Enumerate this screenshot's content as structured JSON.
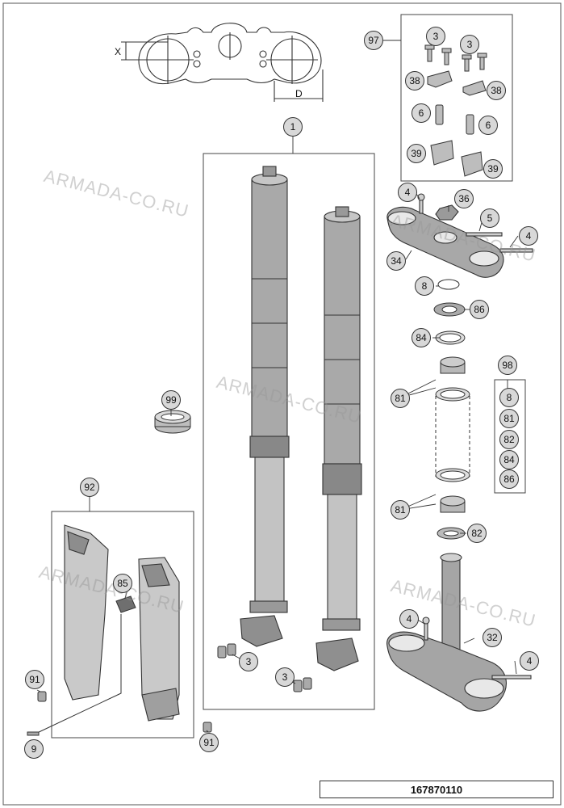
{
  "dimensions": {
    "x_label": "X",
    "d_label": "D"
  },
  "watermark": "ARMADA-CO.RU",
  "part_number": "167870110",
  "callouts": {
    "c1": "1",
    "c3_top_a": "3",
    "c3_top_b": "3",
    "c3_left": "3",
    "c3_right": "3",
    "c4_a": "4",
    "c4_b": "4",
    "c4_c": "4",
    "c4_d": "4",
    "c5": "5",
    "c6_a": "6",
    "c6_b": "6",
    "c8": "8",
    "c8_kit": "8",
    "c9": "9",
    "c32": "32",
    "c34": "34",
    "c36": "36",
    "c38_a": "38",
    "c38_b": "38",
    "c39_a": "39",
    "c39_b": "39",
    "c81_a": "81",
    "c81_b": "81",
    "c81_kit": "81",
    "c82": "82",
    "c82_kit": "82",
    "c84": "84",
    "c84_kit": "84",
    "c85": "85",
    "c86": "86",
    "c86_kit": "86",
    "c91_a": "91",
    "c91_b": "91",
    "c92": "92",
    "c97": "97",
    "c98": "98",
    "c99": "99"
  }
}
